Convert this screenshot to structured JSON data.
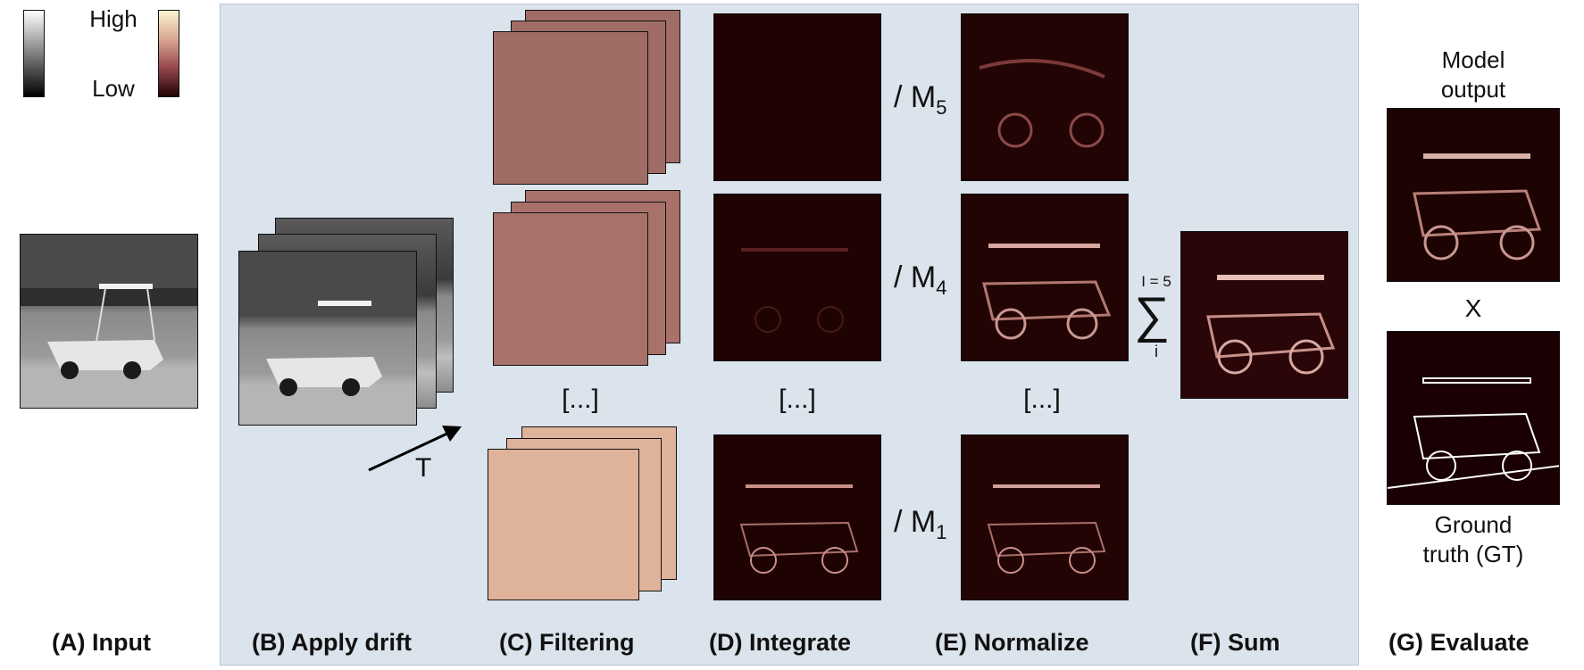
{
  "colorbar": {
    "high": "High",
    "low": "Low"
  },
  "steps": [
    {
      "label": "(A) Input"
    },
    {
      "label": "(B) Apply drift"
    },
    {
      "label": "(C) Filtering"
    },
    {
      "label": "(D) Integrate"
    },
    {
      "label": "(E) Normalize"
    },
    {
      "label": "(F) Sum"
    },
    {
      "label": "(G) Evaluate"
    }
  ],
  "drift_label": "T",
  "ellipsis": "[...]",
  "norm_labels": {
    "m5": "/ M",
    "m5_sub": "5",
    "m4": "/ M",
    "m4_sub": "4",
    "m1": "/ M",
    "m1_sub": "1"
  },
  "sum": {
    "upper": "I = 5",
    "lower": "i",
    "symbol": "∑"
  },
  "evaluate": {
    "model_output": [
      "Model",
      "output"
    ],
    "times": "X",
    "ground_truth": [
      "Ground",
      "truth (GT)"
    ]
  },
  "colors": {
    "panel": "#dbe3ec",
    "filter_dark": "#a06c66",
    "filter_light": "#dfb29a",
    "map_bg": "#1f0303"
  }
}
